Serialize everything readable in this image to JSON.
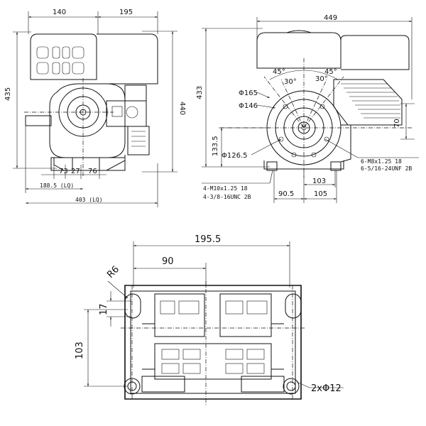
{
  "side_view": {
    "dim_top_left": "140",
    "dim_top_right": "195",
    "dim_left_height": "435",
    "dim_right_height": "440",
    "dim_bottom_a": "73",
    "dim_bottom_b": "27",
    "dim_bottom_c": "76",
    "dim_shaft": "188.5 (LQ)",
    "dim_total": "403 (LQ)"
  },
  "front_view": {
    "dim_top_width": "449",
    "dim_left_height": "433",
    "angle_a": "45°",
    "angle_b": "45°",
    "angle_c": "30°",
    "angle_d": "30°",
    "dia_165": "Φ165",
    "dia_146": "Φ146",
    "dia_126": "Φ126.5",
    "dim_133": "133.5",
    "dim_70": "70",
    "thread_right_1": "6-M8x1.25   18",
    "thread_right_2": "6-5/16-24UNF 2B",
    "thread_left_1": "4-M10x1.25   18",
    "thread_left_2": "4-3/8-16UNC 2B",
    "dim_103": "103",
    "dim_90_5": "90.5",
    "dim_105": "105"
  },
  "base_view": {
    "dim_width": "195.5",
    "dim_90": "90",
    "radius": "R6",
    "dim_17": "17",
    "dim_103": "103",
    "holes": "2xΦ12"
  }
}
